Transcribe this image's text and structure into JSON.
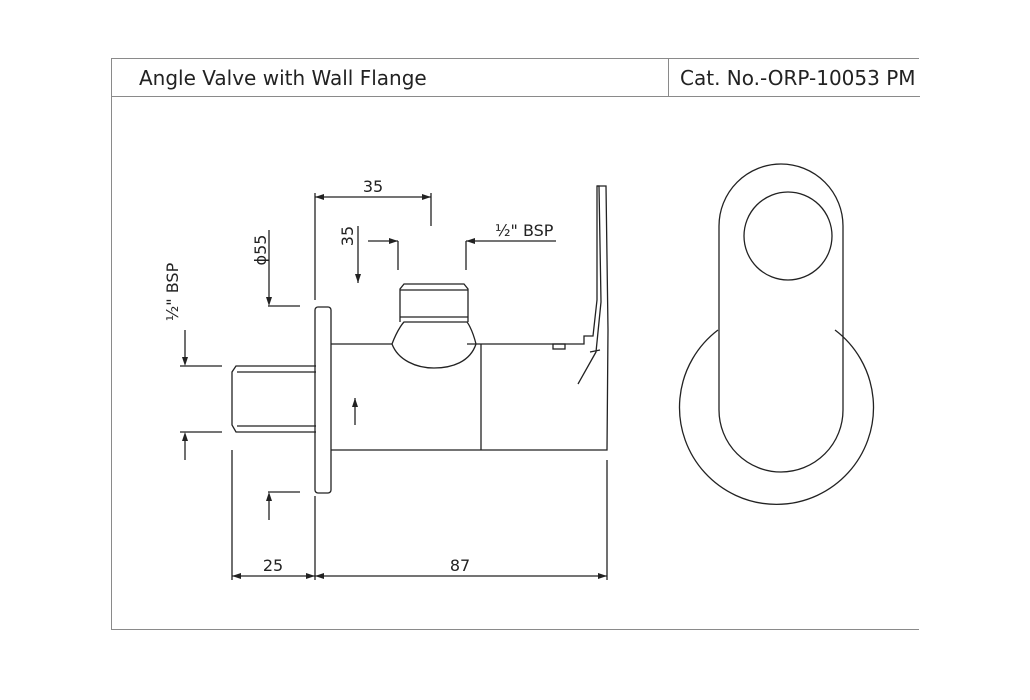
{
  "header": {
    "title": "Angle Valve with Wall Flange",
    "catalog_number": "Cat. No.-ORP-10053 PM"
  },
  "dimensions": {
    "top_width": "35",
    "outlet_offset": "35",
    "outlet_thread": "½\" BSP",
    "flange_diameter": "ϕ55",
    "inlet_thread": "½\" BSP",
    "inlet_length": "25",
    "body_length": "87"
  },
  "colors": {
    "line": "#222222",
    "frame": "#8a8a8a"
  }
}
